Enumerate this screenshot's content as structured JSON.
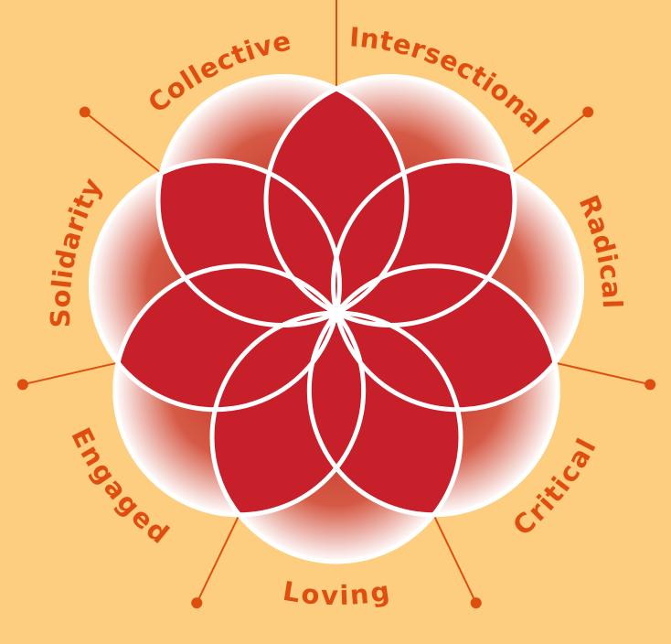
{
  "labels": [
    "Collective",
    "Intersectional",
    "Radical",
    "Critical",
    "Loving",
    "Engaged",
    "Solidarity"
  ],
  "colors": {
    "background": "#FDCD80",
    "accent": "#E04E0F",
    "petal": "#C8202A",
    "circle_center": "#C93A2C",
    "circle_edge": "#FFFFFF",
    "stroke": "#FFFFFF"
  }
}
